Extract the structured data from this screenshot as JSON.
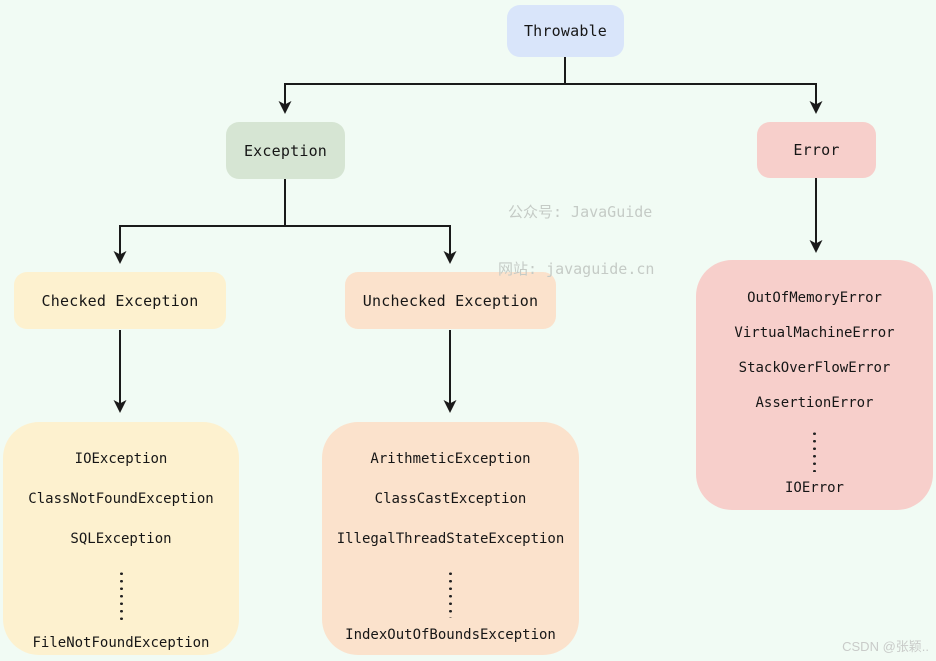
{
  "canvas": {
    "background": "#f1fbf4",
    "line_color": "#1a1a1a"
  },
  "nodes": {
    "throwable": {
      "label": "Throwable",
      "bg": "#d9e5fa"
    },
    "exception": {
      "label": "Exception",
      "bg": "#d6e5d3"
    },
    "error": {
      "label": "Error",
      "bg": "#f7cfcb"
    },
    "checked_exception": {
      "label": "Checked Exception",
      "bg": "#fdf1cf"
    },
    "unchecked_exception": {
      "label": "Unchecked Exception",
      "bg": "#fbe2cc"
    },
    "checked_list": {
      "bg": "#fdf1cf",
      "items_top": [
        "IOException",
        "ClassNotFoundException",
        "SQLException"
      ],
      "item_bottom": "FileNotFoundException"
    },
    "unchecked_list": {
      "bg": "#fbe2cc",
      "items_top": [
        "ArithmeticException",
        "ClassCastException",
        "IllegalThreadStateException"
      ],
      "item_bottom": "IndexOutOfBoundsException"
    },
    "error_list": {
      "bg": "#f7cfcb",
      "items_top": [
        "OutOfMemoryError",
        "VirtualMachineError",
        "StackOverFlowError",
        "AssertionError"
      ],
      "item_bottom": "IOError"
    }
  },
  "watermark": {
    "line1": "公众号: JavaGuide",
    "line2": "网站: javaguide.cn"
  },
  "credit": "CSDN @张颖.."
}
